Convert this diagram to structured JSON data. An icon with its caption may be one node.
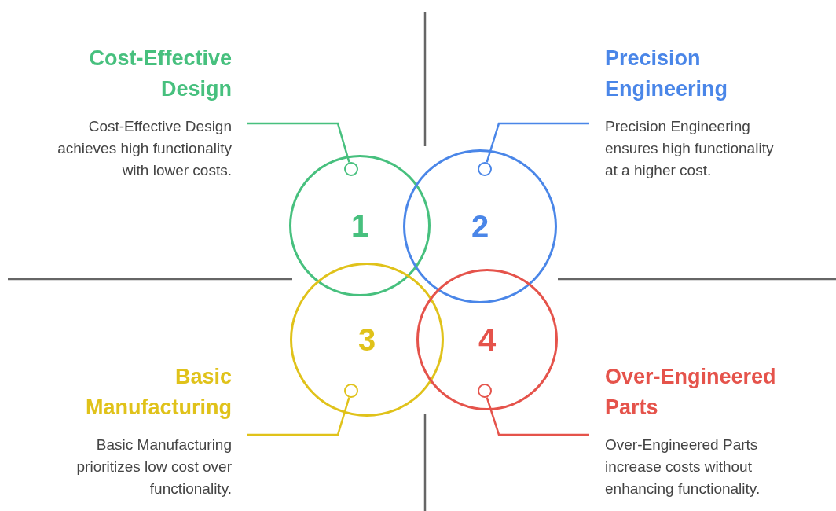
{
  "diagram": {
    "nodes": [
      {
        "text": [
          "Cost-Effective Design",
          "Cost-Effective Design achieves high functionality with lower costs."
        ]
      },
      {
        "text": [
          "Precision Engineering",
          "Precision Engineering ensures high functionality at a higher cost."
        ]
      },
      {
        "text": [
          "1"
        ]
      },
      {
        "text": [],
        "shape": "circle",
        "in": 2
      },
      {
        "text": [
          "2"
        ]
      },
      {
        "text": [],
        "shape": "circle",
        "in": 4
      },
      {
        "text": [
          "3"
        ]
      },
      {
        "text": [],
        "shape": "circle",
        "in": 6
      },
      {
        "text": [
          "4"
        ]
      },
      {
        "text": [],
        "shape": "circle",
        "in": 8
      },
      {
        "text": [
          "Basic Manufacturing",
          "Basic Manufacturing prioritizes low cost over functionality."
        ]
      },
      {
        "text": [
          "Over-Engineered Parts",
          "Over-Engineered Parts increase costs without enhancing functionality."
        ]
      }
    ],
    "edges": [
      {
        "from": 0,
        "to": 3,
        "arrow": "none",
        "color": "#47c07e"
      },
      {
        "from": 1,
        "to": 5,
        "arrow": "none",
        "color": "#4a86e8"
      },
      {
        "from": 10,
        "to": 7,
        "arrow": "none",
        "color": "#e0c21a"
      },
      {
        "from": 11,
        "to": 9,
        "arrow": "none",
        "color": "#e5534b"
      }
    ]
  }
}
